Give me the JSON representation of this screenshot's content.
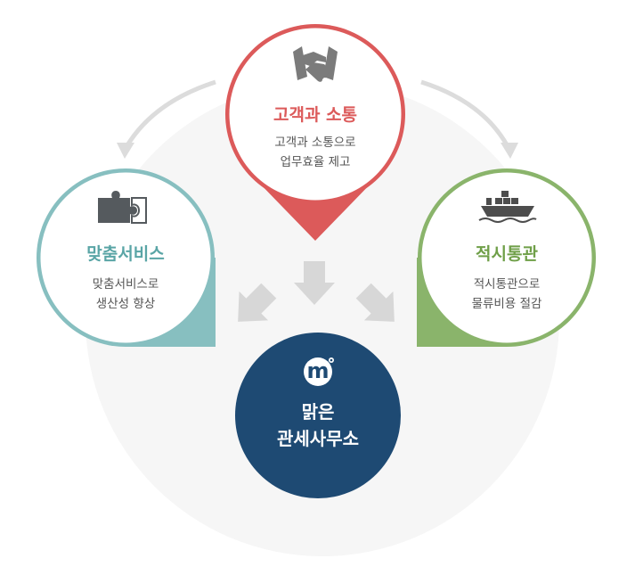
{
  "colors": {
    "top": "#dc5a5a",
    "left": "#87bfc0",
    "right": "#8ab46b",
    "center": "#1e4a73",
    "arrow": "#d7d7d7",
    "backdrop": "#f5f5f5"
  },
  "top": {
    "icon": "handshake-icon",
    "title": "고객과 소통",
    "desc_line1": "고객과 소통으로",
    "desc_line2": "업무효율 제고"
  },
  "left": {
    "icon": "puzzle-icon",
    "title": "맞춤서비스",
    "desc_line1": "맞춤서비스로",
    "desc_line2": "생산성 향상"
  },
  "right": {
    "icon": "cargo-ship-icon",
    "title": "적시통관",
    "desc_line1": "적시통관으로",
    "desc_line2": "물류비용 절감"
  },
  "center": {
    "logo": "m",
    "title_line1": "맑은",
    "title_line2": "관세사무소"
  }
}
